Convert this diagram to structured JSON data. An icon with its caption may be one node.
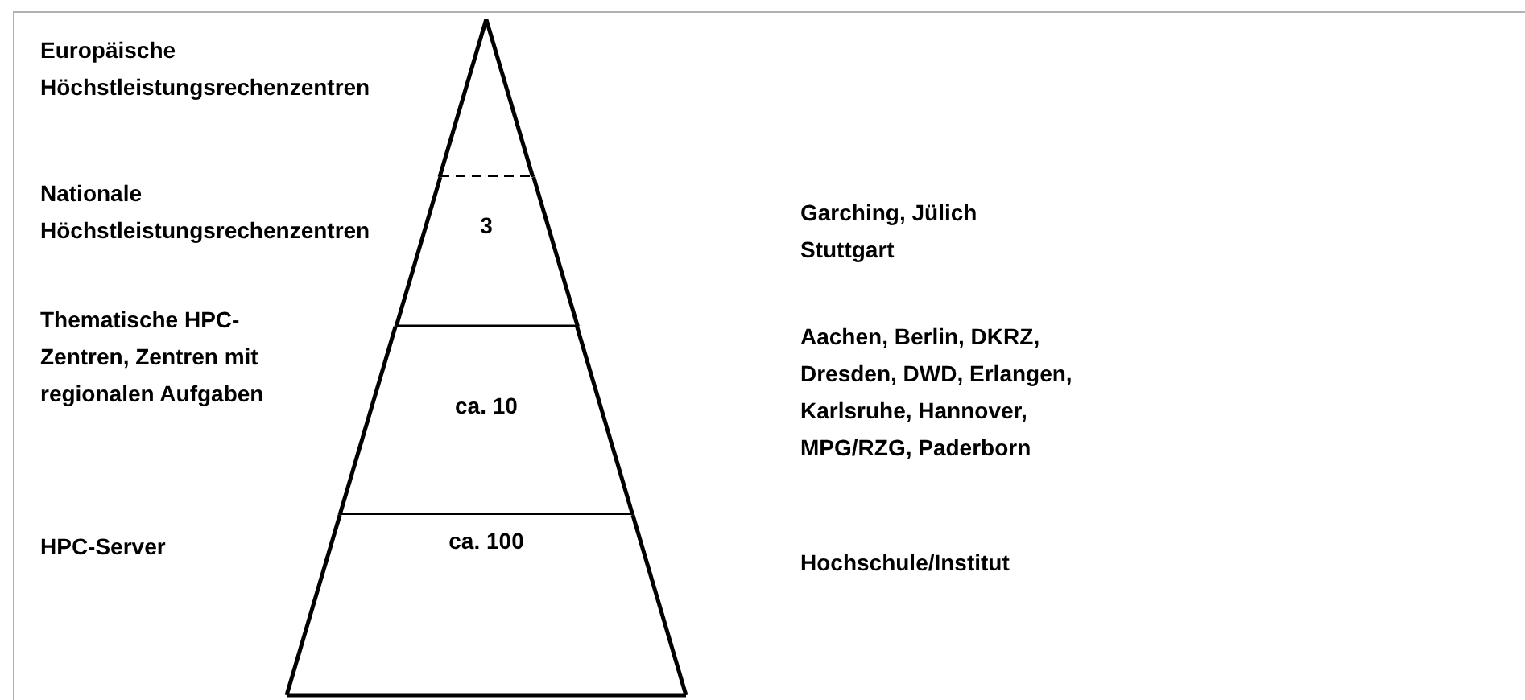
{
  "diagram": {
    "nodes": [
      {
        "text": [],
        "shape": "triangle"
      },
      {
        "text": [
          "3"
        ]
      },
      {
        "text": [
          "ca. 10"
        ]
      },
      {
        "text": [
          "ca. 100"
        ]
      }
    ],
    "edges": [],
    "labels": [
      "Europäische Höchstleistungsrechenzentren",
      "Nationale Höchstleistungsrechenzentren",
      "Garching, Jülich Stuttgart",
      "Thematische HPC-Zentren, Zentren mit regionalen Aufgaben",
      "Aachen, Berlin, DKRZ, Dresden, DWD, Erlangen, Karlsruhe, Hannover, MPG/RZG, Paderborn",
      "HPC-Server",
      "Hochschule/Institut"
    ]
  }
}
